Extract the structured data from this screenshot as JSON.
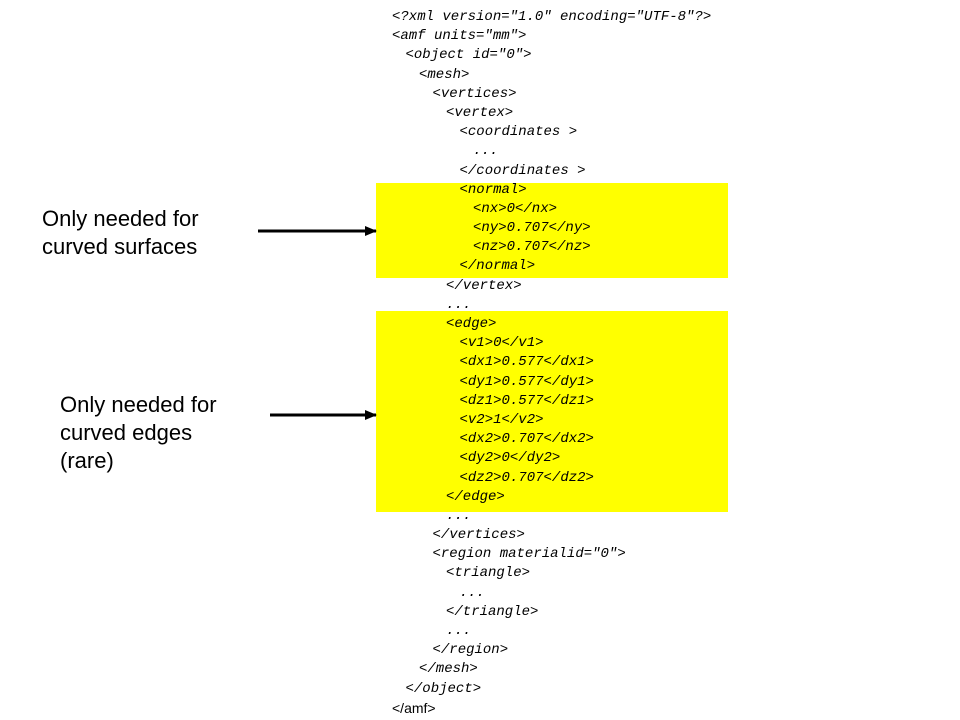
{
  "colors": {
    "highlight": "#ffff00",
    "text": "#000000",
    "background": "#ffffff"
  },
  "code_lines": [
    {
      "indent": 0,
      "text": "<?xml version=\"1.0\" encoding=\"UTF-8\"?>"
    },
    {
      "indent": 0,
      "text": "<amf units=\"mm\">"
    },
    {
      "indent": 1,
      "text": "<object id=\"0\">"
    },
    {
      "indent": 2,
      "text": "<mesh>"
    },
    {
      "indent": 3,
      "text": "<vertices>"
    },
    {
      "indent": 4,
      "text": "<vertex>"
    },
    {
      "indent": 5,
      "text": "<coordinates >"
    },
    {
      "indent": 6,
      "text": "..."
    },
    {
      "indent": 5,
      "text": "</coordinates >"
    },
    {
      "indent": 5,
      "text": "<normal>"
    },
    {
      "indent": 6,
      "text": "<nx>0</nx>"
    },
    {
      "indent": 6,
      "text": "<ny>0.707</ny>"
    },
    {
      "indent": 6,
      "text": "<nz>0.707</nz>"
    },
    {
      "indent": 5,
      "text": "</normal>"
    },
    {
      "indent": 4,
      "text": "</vertex>"
    },
    {
      "indent": 4,
      "text": "..."
    },
    {
      "indent": 4,
      "text": "<edge>"
    },
    {
      "indent": 5,
      "text": "<v1>0</v1>"
    },
    {
      "indent": 5,
      "text": "<dx1>0.577</dx1>"
    },
    {
      "indent": 5,
      "text": "<dy1>0.577</dy1>"
    },
    {
      "indent": 5,
      "text": "<dz1>0.577</dz1>"
    },
    {
      "indent": 5,
      "text": "<v2>1</v2>"
    },
    {
      "indent": 5,
      "text": "<dx2>0.707</dx2>"
    },
    {
      "indent": 5,
      "text": "<dy2>0</dy2>"
    },
    {
      "indent": 5,
      "text": "<dz2>0.707</dz2>"
    },
    {
      "indent": 4,
      "text": "</edge>"
    },
    {
      "indent": 4,
      "text": "..."
    },
    {
      "indent": 3,
      "text": "</vertices>"
    },
    {
      "indent": 3,
      "text": "<region materialid=\"0\">"
    },
    {
      "indent": 4,
      "text": "<triangle>"
    },
    {
      "indent": 5,
      "text": "..."
    },
    {
      "indent": 4,
      "text": "</triangle>"
    },
    {
      "indent": 4,
      "text": "..."
    },
    {
      "indent": 3,
      "text": "</region>"
    },
    {
      "indent": 2,
      "text": "</mesh>"
    },
    {
      "indent": 1,
      "text": "</object>"
    },
    {
      "indent": 0,
      "text": "</amf>",
      "plain": true
    }
  ],
  "annotations": {
    "surfaces": {
      "lines": [
        "Only needed for",
        "curved surfaces"
      ]
    },
    "edges": {
      "lines": [
        "Only needed for",
        "curved edges",
        "(rare)"
      ]
    }
  }
}
